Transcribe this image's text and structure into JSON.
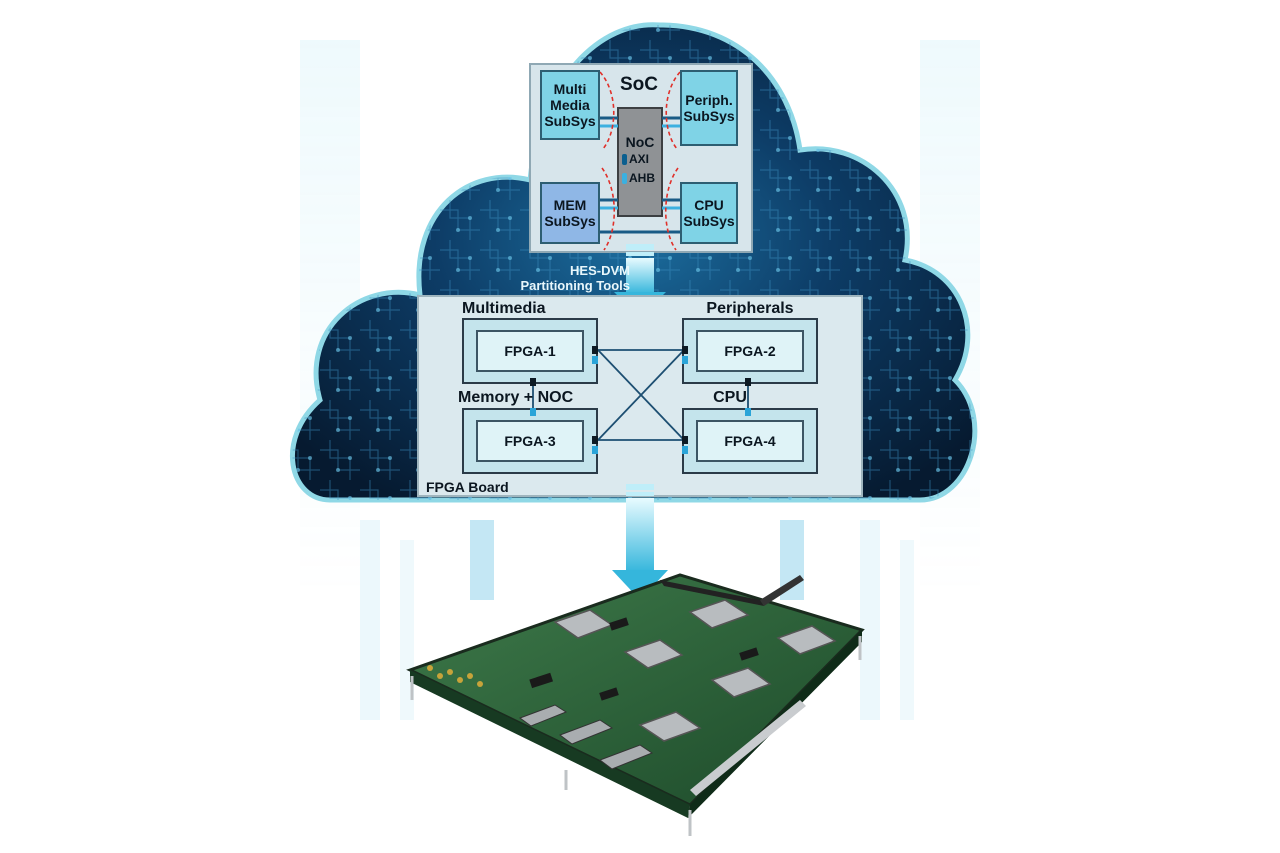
{
  "soc": {
    "title": "SoC",
    "noc_label": "NoC",
    "legend": [
      {
        "label": "AXI",
        "color": "#0b5f8f"
      },
      {
        "label": "AHB",
        "color": "#3bb0e0"
      }
    ],
    "subsystems": {
      "multimedia": "Multi Media SubSys",
      "peripheral": "Periph. SubSys",
      "memory": "MEM SubSys",
      "cpu": "CPU SubSys"
    }
  },
  "tools_label_line1": "HES-DVM",
  "tools_label_line2": "Partitioning Tools",
  "board": {
    "title": "FPGA Board",
    "groups": [
      {
        "label": "Multimedia",
        "fpga": "FPGA-1"
      },
      {
        "label": "Peripherals",
        "fpga": "FPGA-2"
      },
      {
        "label": "Memory + NOC",
        "fpga": "FPGA-3"
      },
      {
        "label": "CPU",
        "fpga": "FPGA-4"
      }
    ]
  },
  "colors": {
    "cloud_fill": "#0a2c4d",
    "cloud_outline": "#8fd8e6",
    "panel": "#dbe9ee",
    "subsystem": "#7fd3e6",
    "arrow": "#35b6dc"
  },
  "icons": [
    "cloud-icon",
    "down-arrow-icon",
    "fpga-board-photo"
  ]
}
